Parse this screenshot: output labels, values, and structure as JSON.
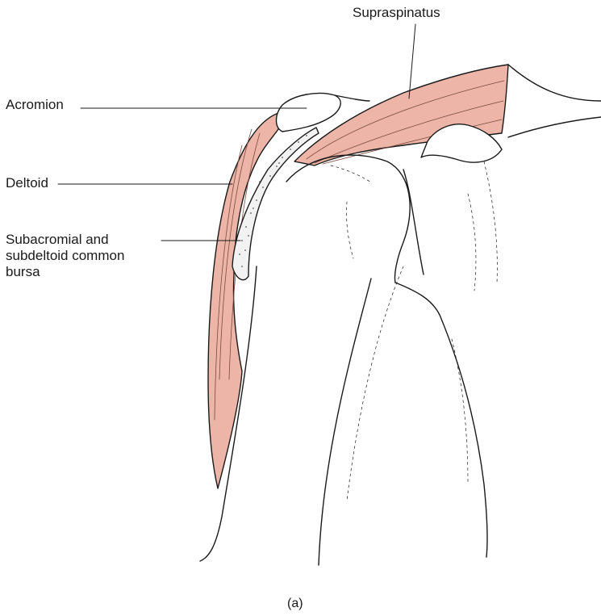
{
  "labels": {
    "supraspinatus": "Supraspinatus",
    "acromion": "Acromion",
    "deltoid": "Deltoid",
    "bursa": [
      "Subacromial and",
      "subdeltoid common",
      "bursa"
    ]
  },
  "caption": "(a)",
  "colors": {
    "muscle": "#ecb5a8",
    "outline": "#1a1a1a",
    "background": "#ffffff"
  }
}
